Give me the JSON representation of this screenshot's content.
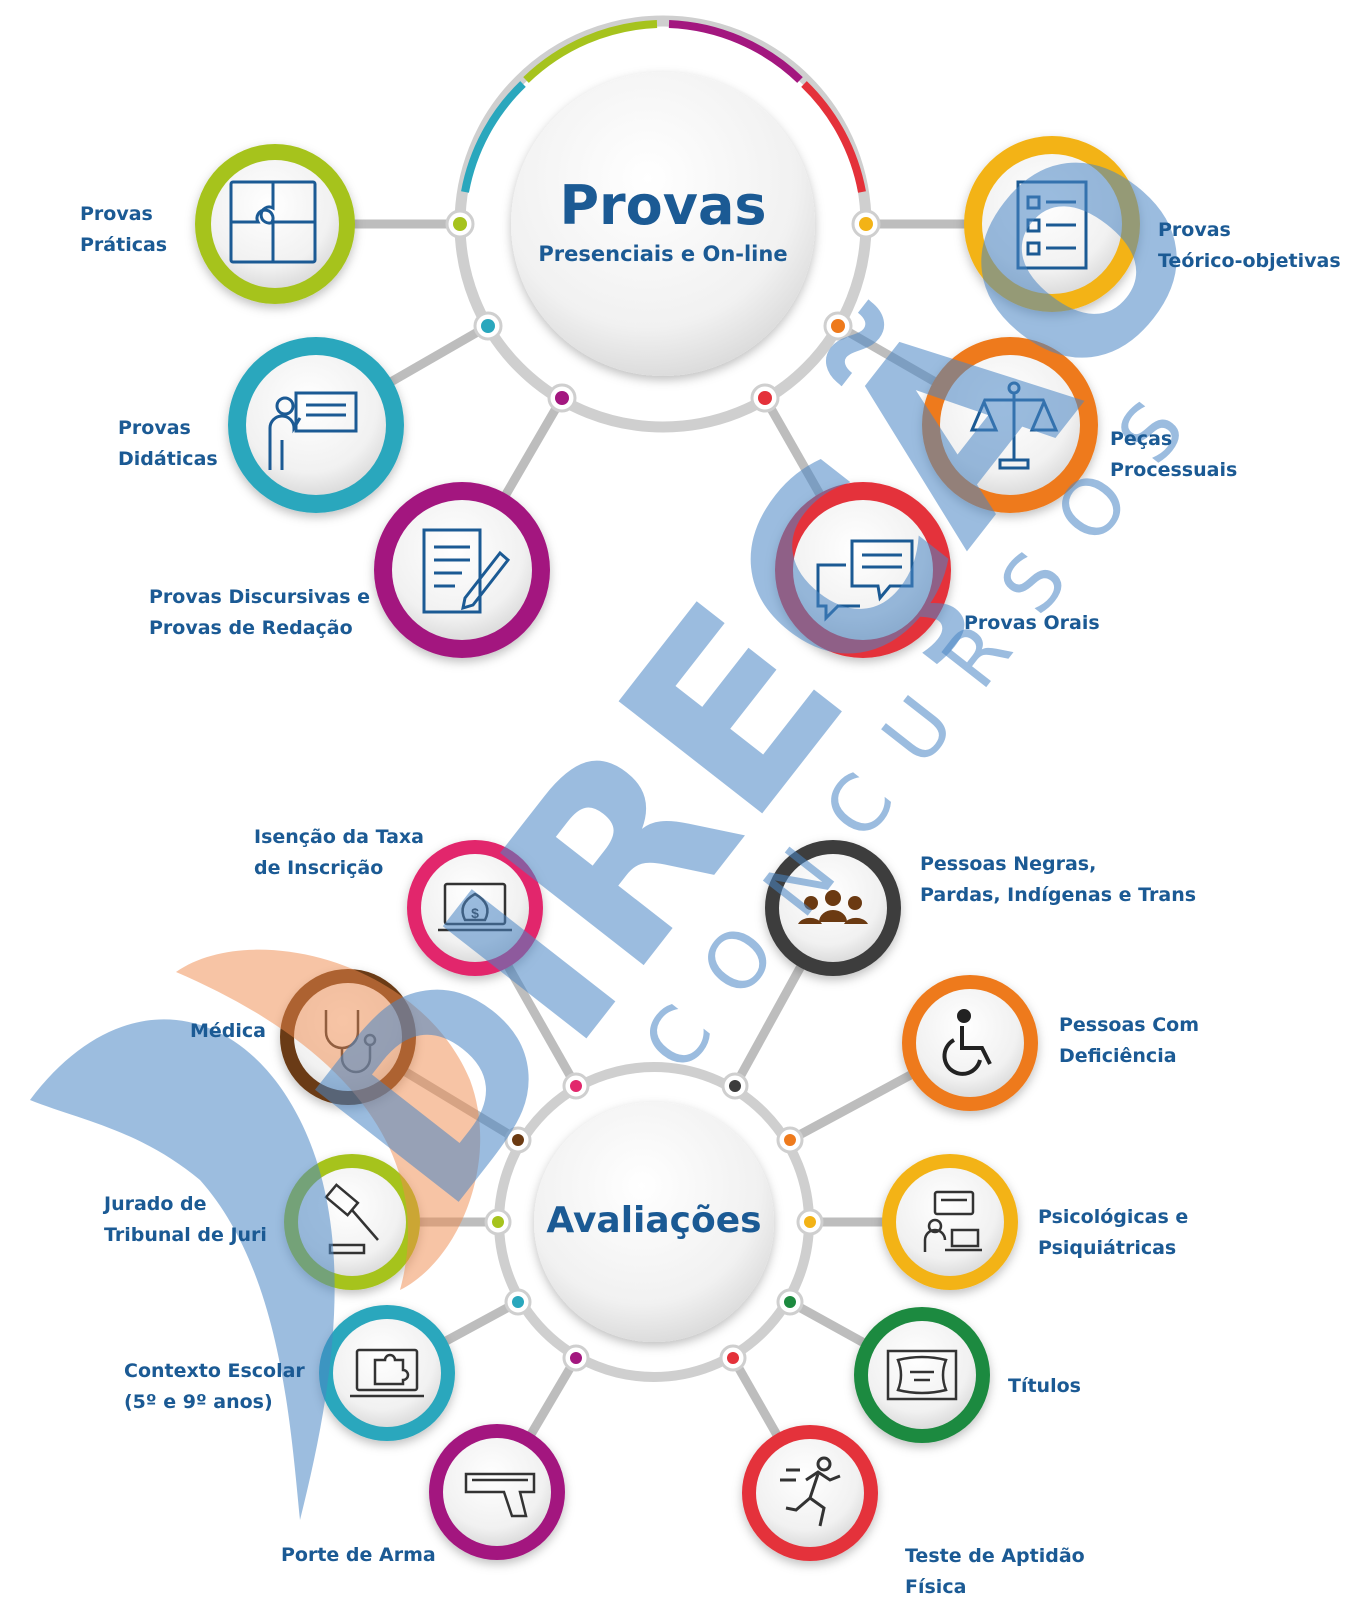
{
  "colors": {
    "text": "#1b5a94",
    "lime": "#a6c31d",
    "teal": "#2aa7bd",
    "magenta": "#a3177f",
    "red": "#e4313a",
    "yellow": "#f3b316",
    "orange": "#ee7a1c",
    "dark": "#3c3c3c",
    "brown": "#6b3a12",
    "green": "#1d8a3f",
    "pink": "#e2276c",
    "watermark": "#4a86c5",
    "watermark_accent": "#f08a4b"
  },
  "provas": {
    "title": "Provas",
    "subtitle": "Presenciais e On-line",
    "items": [
      {
        "label_lines": [
          "Provas",
          "Práticas"
        ],
        "icon": "puzzle-icon",
        "color": "lime"
      },
      {
        "label_lines": [
          "Provas",
          "Didáticas"
        ],
        "icon": "teacher-board-icon",
        "color": "teal"
      },
      {
        "label_lines": [
          "Provas Discursivas e",
          "Provas de Redação"
        ],
        "icon": "document-pen-icon",
        "color": "magenta"
      },
      {
        "label_lines": [
          "Provas",
          "Teórico-objetivas"
        ],
        "icon": "checklist-icon",
        "color": "yellow"
      },
      {
        "label_lines": [
          "Peças",
          "Processuais"
        ],
        "icon": "scales-icon",
        "color": "orange"
      },
      {
        "label_lines": [
          "Provas Orais"
        ],
        "icon": "chat-bubbles-icon",
        "color": "red"
      }
    ]
  },
  "avaliacoes": {
    "title": "Avaliações",
    "items": [
      {
        "label_lines": [
          "Isenção da Taxa",
          "de Inscrição"
        ],
        "icon": "money-bag-laptop-icon",
        "color": "pink"
      },
      {
        "label_lines": [
          "Médica"
        ],
        "icon": "stethoscope-icon",
        "color": "brown"
      },
      {
        "label_lines": [
          "Jurado de",
          "Tribunal de Juri"
        ],
        "icon": "gavel-icon",
        "color": "lime"
      },
      {
        "label_lines": [
          "Contexto Escolar",
          "(5º e 9º anos)"
        ],
        "icon": "puzzle-laptop-icon",
        "color": "teal"
      },
      {
        "label_lines": [
          "Porte de Arma"
        ],
        "icon": "pistol-icon",
        "color": "magenta"
      },
      {
        "label_lines": [
          "Pessoas Negras,",
          "Pardas, Indígenas e Trans"
        ],
        "icon": "people-group-icon",
        "color": "dark"
      },
      {
        "label_lines": [
          "Pessoas Com",
          "Deficiência"
        ],
        "icon": "wheelchair-icon",
        "color": "orange"
      },
      {
        "label_lines": [
          "Psicológicas e",
          "Psiquiátricas"
        ],
        "icon": "counseling-icon",
        "color": "yellow"
      },
      {
        "label_lines": [
          "Títulos"
        ],
        "icon": "certificate-icon",
        "color": "green"
      },
      {
        "label_lines": [
          "Teste de Aptidão",
          "Física"
        ],
        "icon": "runner-icon",
        "color": "red"
      }
    ]
  },
  "watermark": {
    "word": "DIREÇÃO",
    "sub": "CONCURSOS"
  }
}
